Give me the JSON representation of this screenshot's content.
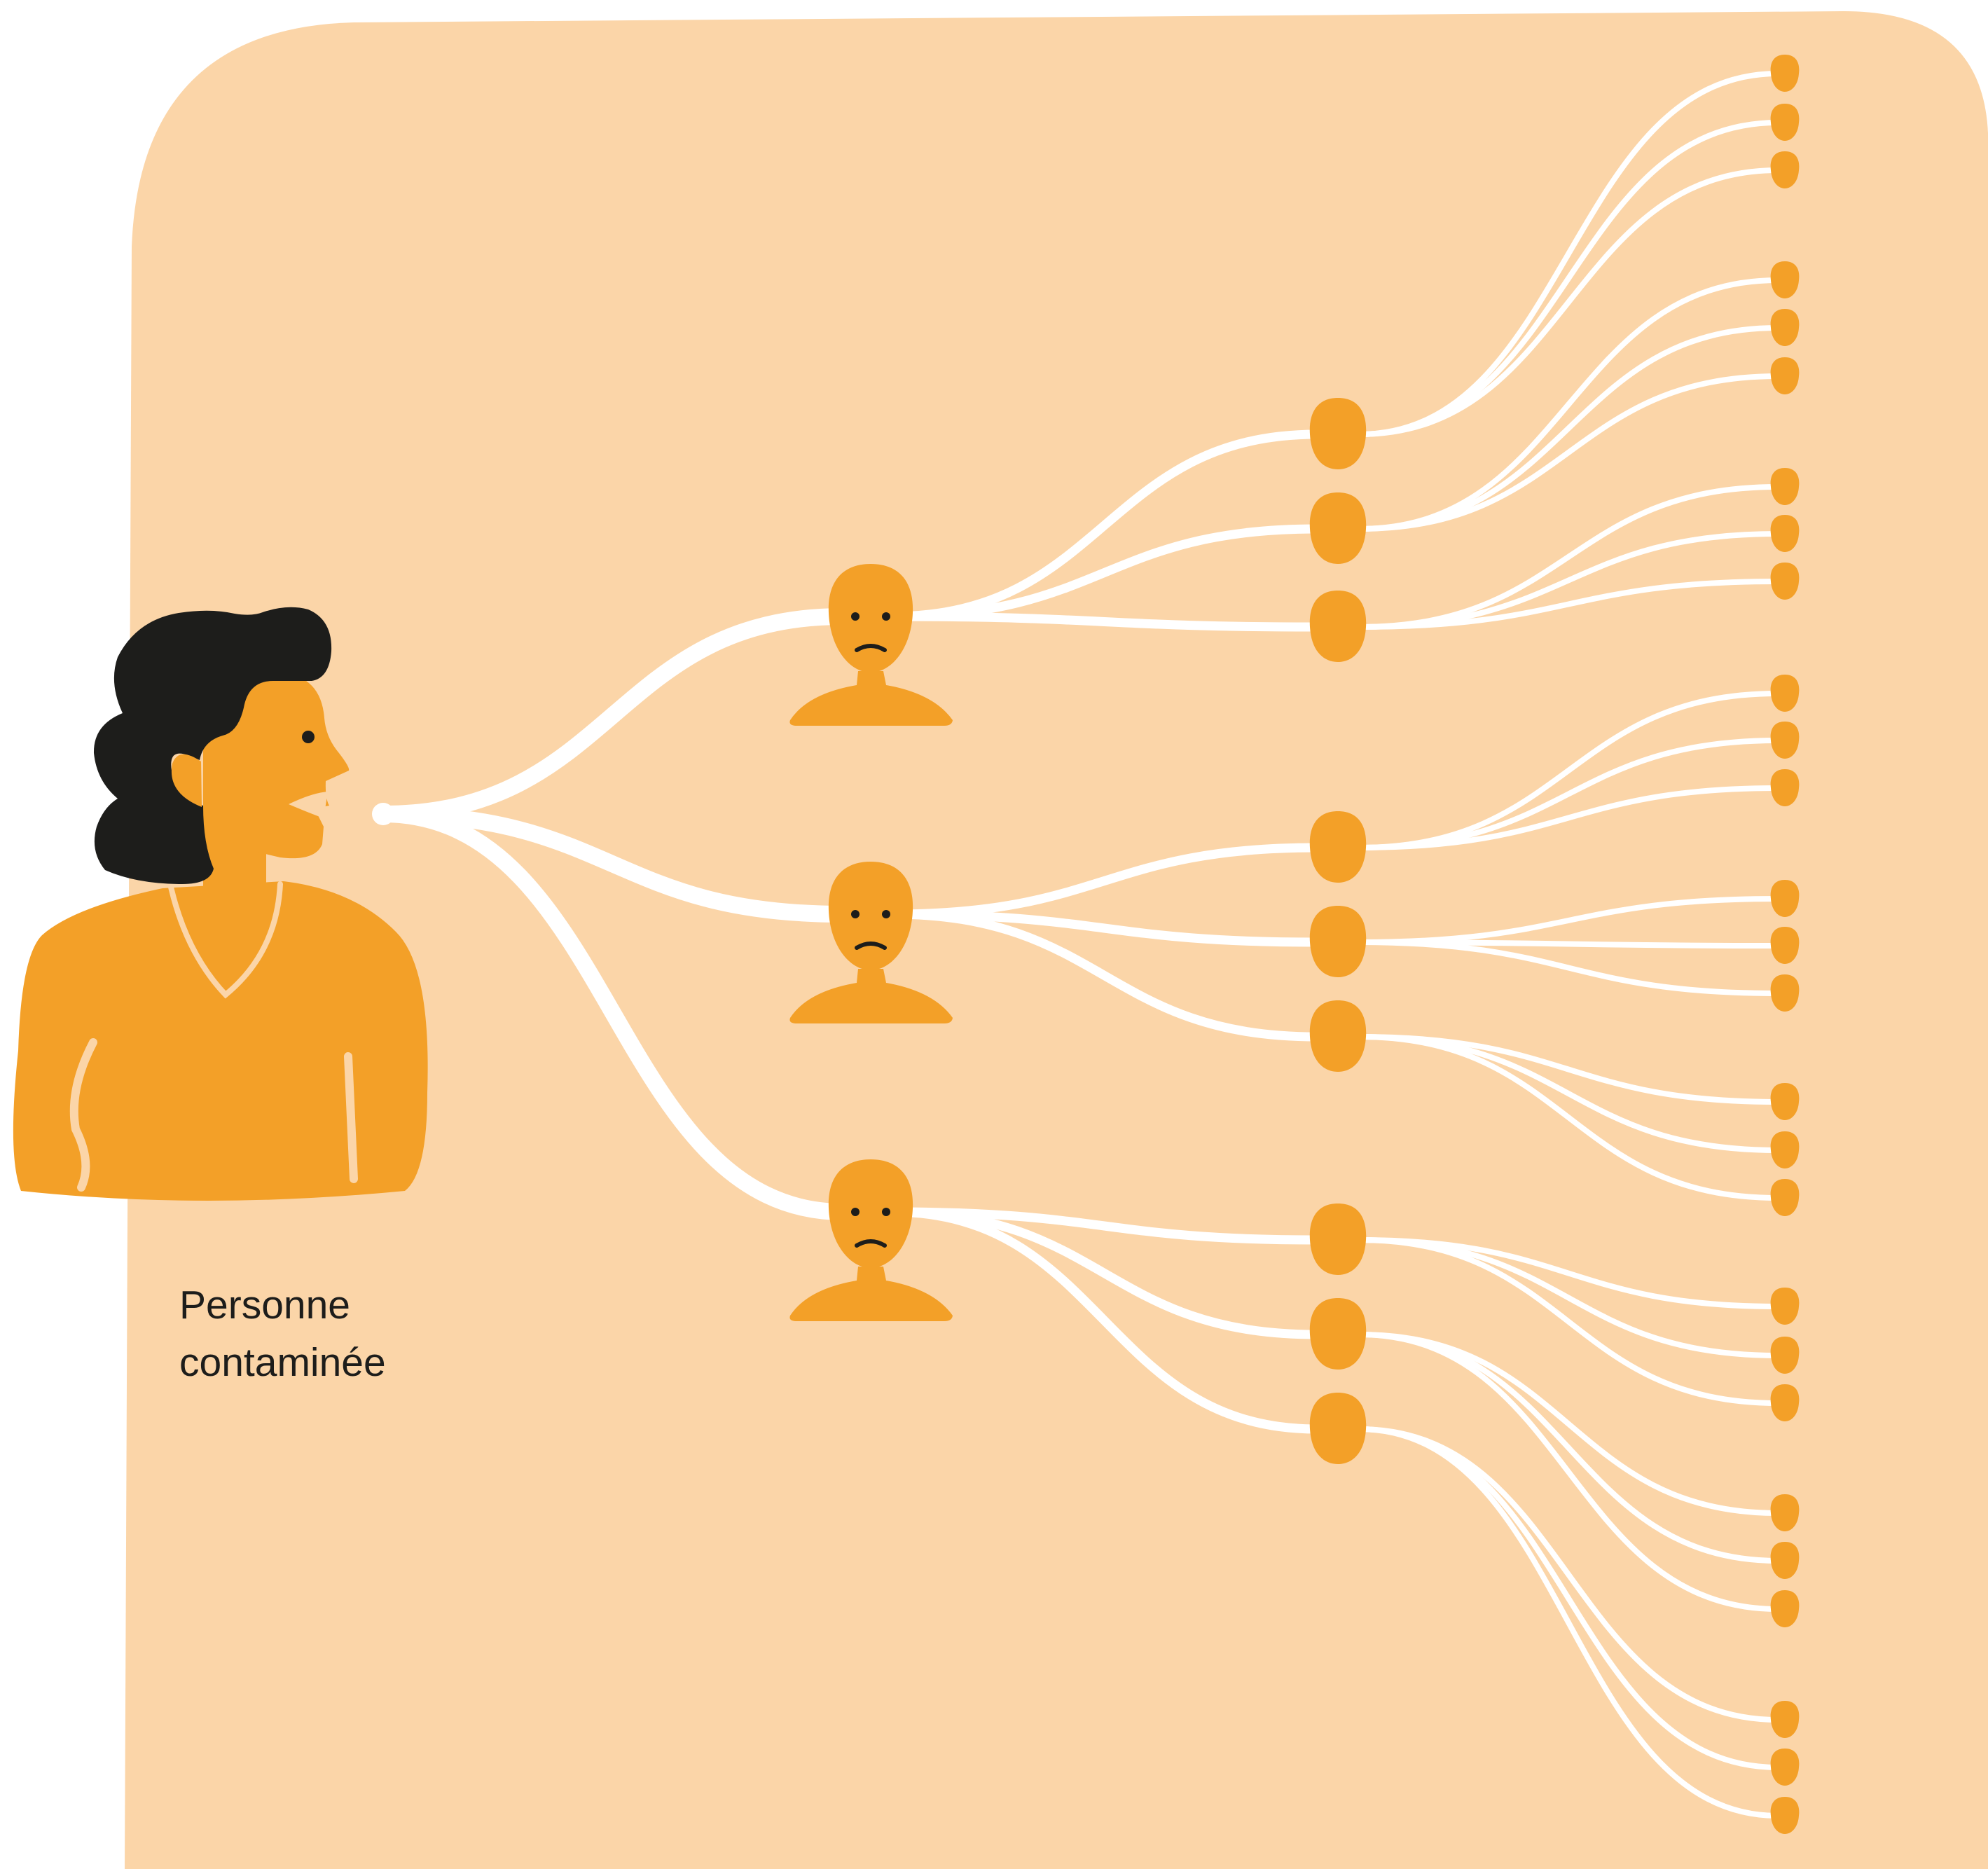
{
  "caption": {
    "line1": "Personne",
    "line2": "contaminée"
  },
  "colors": {
    "background_panel": "#fbd5a8",
    "person_orange": "#f3a028",
    "hair": "#1d1d1b",
    "spread_lines": "#ffffff",
    "outfit_accents": "#fbd5a8"
  },
  "spread_tree": {
    "source": "infected-person",
    "generation_1_contacts": 3,
    "contacts_per_person_gen_2": 3,
    "contacts_per_person_gen_3": 3,
    "generation_2_total": 9,
    "generation_3_total": 27
  }
}
